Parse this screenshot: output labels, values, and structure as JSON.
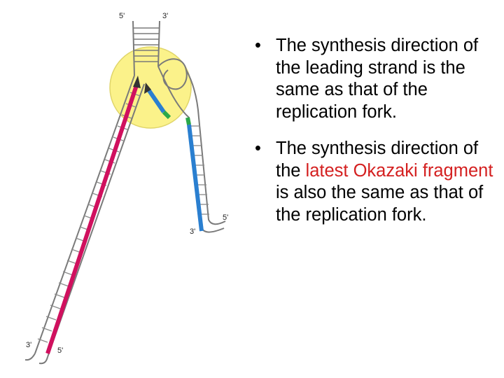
{
  "diagram": {
    "labels": {
      "top_left": "5'",
      "top_right": "3'",
      "lagging_left": "3'",
      "lagging_right": "5'",
      "bottom_left": "3'",
      "bottom_right": "5'"
    },
    "colors": {
      "leading_strand": "#d0105e",
      "okazaki_fragment": "#2a7fd0",
      "primer": "#2aa84a",
      "helicase_circle": "#fbf28a",
      "backbone": "#7a7a7a"
    }
  },
  "bullets": [
    {
      "symbol": "•",
      "text": "The synthesis direction of the leading strand is the same as that of the replication fork."
    },
    {
      "symbol": "•",
      "text_before": "The synthesis direction of the ",
      "highlight": "latest Okazaki fragment",
      "text_after": " is also the same as that of the replication fork."
    }
  ]
}
